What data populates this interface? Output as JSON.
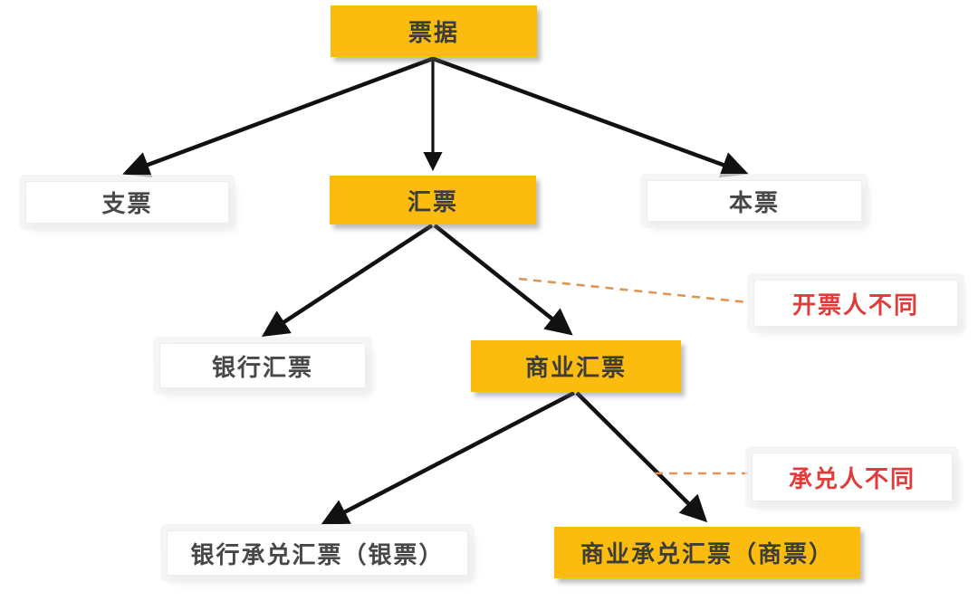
{
  "diagram": {
    "type": "tree-flowchart",
    "language": "zh-CN",
    "colors": {
      "background": "#FFFFFF",
      "node_fill_yellow": "#FBBC0F",
      "node_fill_white": "#FFFFFF",
      "node_text": "#3C3C3C",
      "annotation_text_red": "#E23B3B",
      "arrow_black": "#111111",
      "dashed_connector_orange": "#DD9655"
    },
    "nodes": [
      {
        "id": "bill",
        "label": "票据",
        "style": "yellow",
        "level": 1
      },
      {
        "id": "check",
        "label": "支票",
        "style": "white",
        "level": 2
      },
      {
        "id": "draft",
        "label": "汇票",
        "style": "yellow",
        "level": 2
      },
      {
        "id": "promissory-note",
        "label": "本票",
        "style": "white",
        "level": 2
      },
      {
        "id": "bank-draft",
        "label": "银行汇票",
        "style": "white",
        "level": 3
      },
      {
        "id": "commercial-draft",
        "label": "商业汇票",
        "style": "yellow",
        "level": 3
      },
      {
        "id": "bank-acceptance-draft",
        "label": "银行承兑汇票（银票）",
        "style": "white",
        "level": 4
      },
      {
        "id": "commercial-acceptance-draft",
        "label": "商业承兑汇票（商票）",
        "style": "yellow",
        "level": 4
      }
    ],
    "edges": [
      {
        "from": "票据",
        "to": "支票",
        "style": "solid-arrow"
      },
      {
        "from": "票据",
        "to": "汇票",
        "style": "solid-arrow"
      },
      {
        "from": "票据",
        "to": "本票",
        "style": "solid-arrow"
      },
      {
        "from": "汇票",
        "to": "银行汇票",
        "style": "solid-arrow"
      },
      {
        "from": "汇票",
        "to": "商业汇票",
        "style": "solid-arrow"
      },
      {
        "from": "商业汇票",
        "to": "银行承兑汇票（银票）",
        "style": "solid-arrow"
      },
      {
        "from": "商业汇票",
        "to": "商业承兑汇票（商票）",
        "style": "solid-arrow"
      }
    ],
    "annotations": [
      {
        "id": "drawer-differs",
        "label": "开票人不同",
        "linked_branch": {
          "from": "汇票",
          "to": "商业汇票"
        },
        "connector": "dashed-orange"
      },
      {
        "id": "acceptor-differs",
        "label": "承兑人不同",
        "linked_branch": {
          "from": "商业汇票",
          "to": "商业承兑汇票（商票）"
        },
        "connector": "dashed-orange"
      }
    ]
  }
}
